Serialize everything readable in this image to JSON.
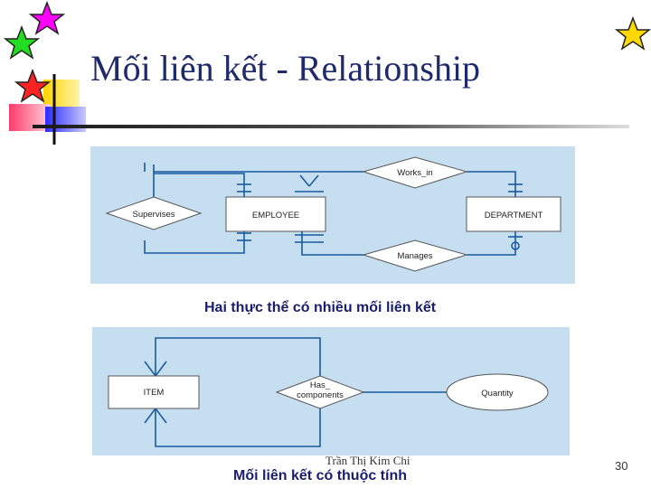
{
  "slide": {
    "title": "Mối liên kết - Relationship",
    "caption_top": "Hai thực thể có nhiều mối liên kết",
    "caption_bottom": "Mối liên kết có thuộc tính",
    "author": "Trần Thị Kim Chi",
    "page_number": "30"
  },
  "diagram_top": {
    "entities": {
      "employee": "EMPLOYEE",
      "department": "DEPARTMENT"
    },
    "relationships": {
      "supervises": "Supervises",
      "works_in": "Works_in",
      "manages": "Manages"
    }
  },
  "diagram_bottom": {
    "entities": {
      "item": "ITEM"
    },
    "relationships": {
      "has_components_1": "Has_",
      "has_components_2": "components"
    },
    "attributes": {
      "quantity": "Quantity"
    }
  },
  "colors": {
    "panel": "#c5dff0",
    "line": "#1a5aa0",
    "title": "#1f2a6b",
    "caption": "#1a1d6e"
  },
  "decorations": [
    "magenta-star-icon",
    "green-star-icon",
    "red-star-icon",
    "yellow-star-icon"
  ]
}
